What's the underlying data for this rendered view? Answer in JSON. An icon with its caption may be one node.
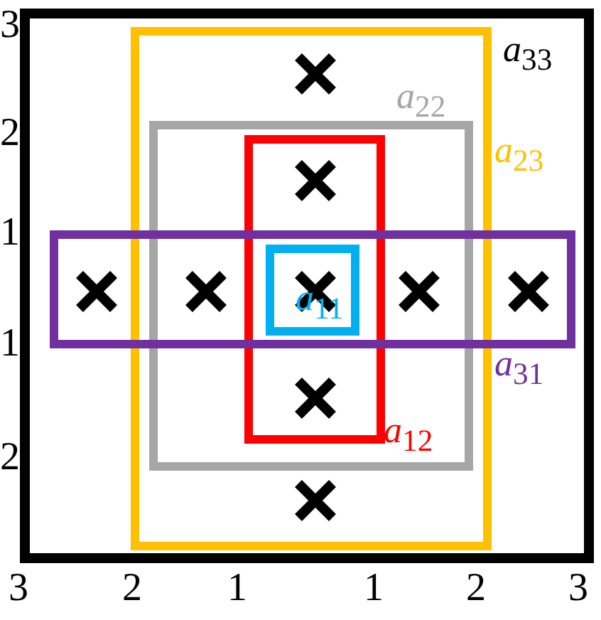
{
  "diagram": {
    "nodes": [
      {
        "text": [
          "*a*$_{33}$"
        ]
      },
      {
        "text": [
          "*a*$_{23}$"
        ],
        "in": 0
      },
      {
        "text": [
          "*a*$_{22}$"
        ],
        "in": 1
      },
      {
        "text": [
          "*a*$_{12}$"
        ],
        "in": 2
      },
      {
        "text": [
          "*a*$_{11}$"
        ]
      },
      {
        "text": [
          "*a*$_{31}$"
        ],
        "in": 0
      }
    ],
    "labels": [
      "3",
      "2",
      "1",
      "1",
      "2",
      "3",
      "2",
      "1",
      "1",
      "2",
      "3"
    ]
  }
}
